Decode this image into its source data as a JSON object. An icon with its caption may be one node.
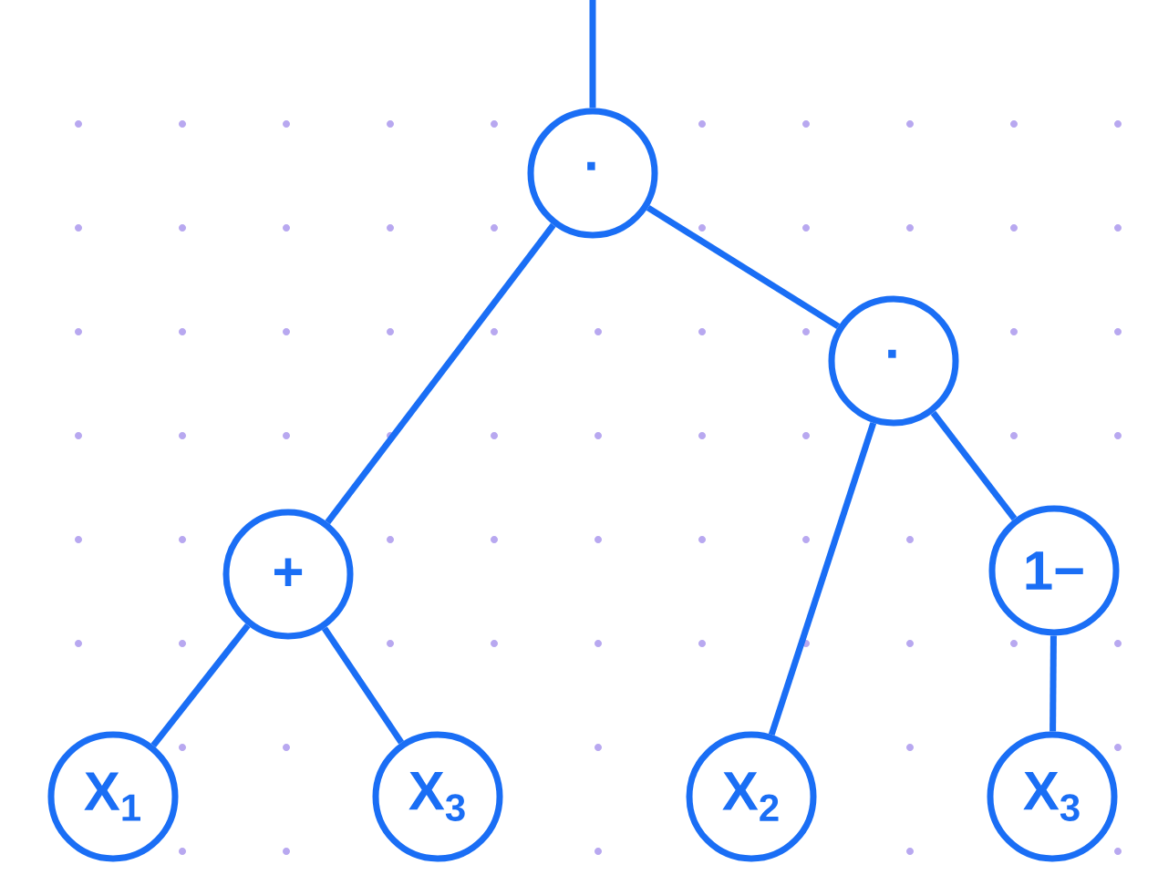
{
  "diagram": {
    "nodes": [
      {
        "text": [
          "·"
        ]
      },
      {
        "text": [
          "·"
        ]
      },
      {
        "text": [
          "+"
        ]
      },
      {
        "text": [
          "1−"
        ]
      },
      {
        "text": [
          "X$_{1}$"
        ]
      },
      {
        "text": [
          "X$_{3}$"
        ]
      },
      {
        "text": [
          "X$_{2}$"
        ]
      },
      {
        "text": [
          "X$_{3}$"
        ]
      }
    ],
    "edges": [
      {
        "from": null,
        "to": 0,
        "arrow": "none"
      },
      {
        "from": 0,
        "to": 2,
        "arrow": "none"
      },
      {
        "from": 0,
        "to": 1,
        "arrow": "none"
      },
      {
        "from": 2,
        "to": 4,
        "arrow": "none"
      },
      {
        "from": 2,
        "to": 5,
        "arrow": "none"
      },
      {
        "from": 1,
        "to": 6,
        "arrow": "none"
      },
      {
        "from": 1,
        "to": 3,
        "arrow": "none"
      },
      {
        "from": 3,
        "to": 7,
        "arrow": "none"
      }
    ]
  }
}
